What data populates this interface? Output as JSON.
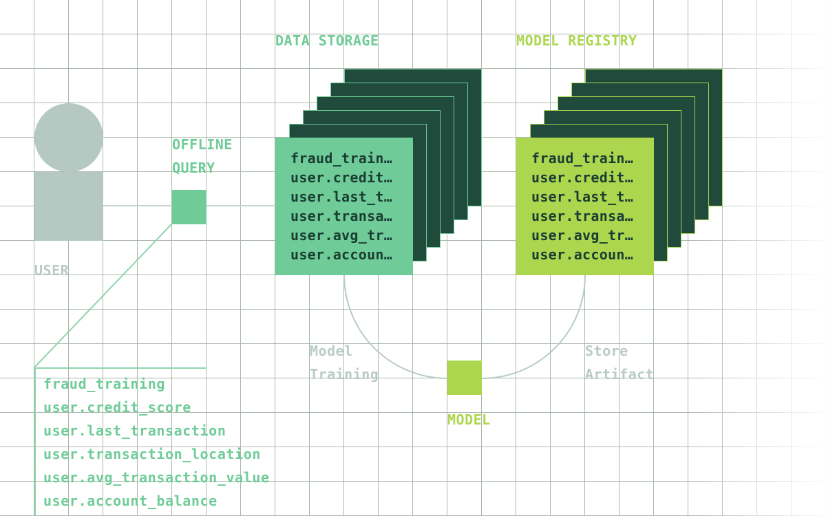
{
  "labels": {
    "user": "USER",
    "offline_query": "OFFLINE\nQUERY",
    "data_storage": "DATA STORAGE",
    "model_registry": "MODEL REGISTRY",
    "model": "MODEL",
    "model_training": "Model\nTraining",
    "store_artifact": "Store\nArtifact"
  },
  "features": [
    "fraud_training",
    "user.credit_score",
    "user.last_transaction",
    "user.transaction_location",
    "user.avg_transaction_value",
    "user.account_balance"
  ],
  "colors": {
    "storage_green": "#6fcc98",
    "registry_lime": "#add64f",
    "stack_dark": "#1f4a3c",
    "user_gray": "#b5c9c2",
    "connector_gray": "#b9cbc5"
  }
}
